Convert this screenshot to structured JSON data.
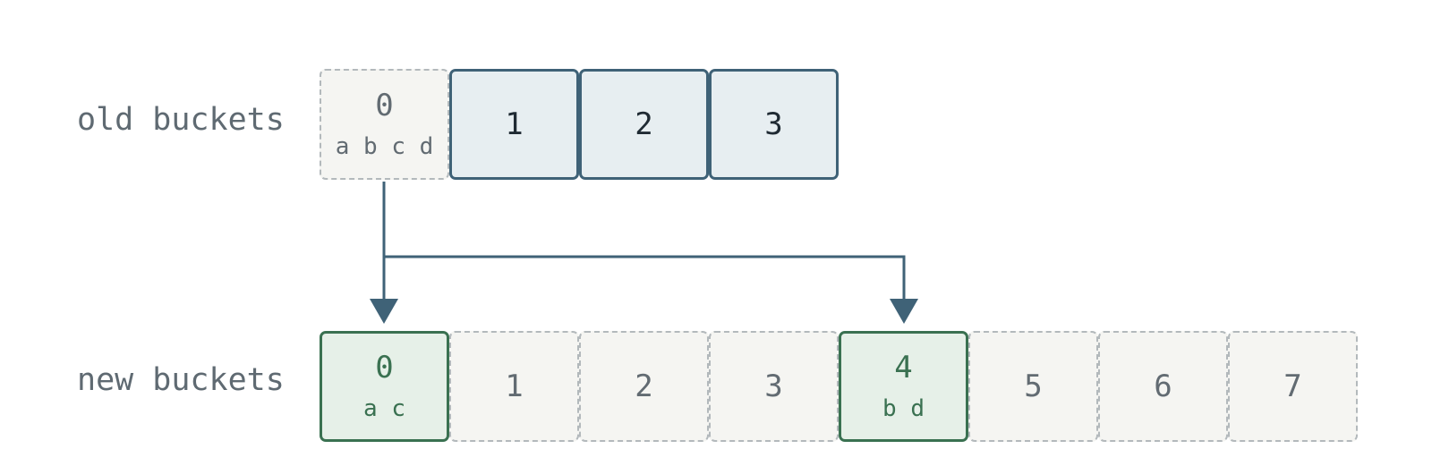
{
  "old": {
    "label": "old buckets",
    "buckets": [
      {
        "index": "0",
        "keys": "a b c d",
        "state": "dashed"
      },
      {
        "index": "1",
        "keys": "",
        "state": "solid"
      },
      {
        "index": "2",
        "keys": "",
        "state": "solid"
      },
      {
        "index": "3",
        "keys": "",
        "state": "solid"
      }
    ]
  },
  "new": {
    "label": "new buckets",
    "buckets": [
      {
        "index": "0",
        "keys": "a c",
        "state": "active"
      },
      {
        "index": "1",
        "keys": "",
        "state": "dashed"
      },
      {
        "index": "2",
        "keys": "",
        "state": "dashed"
      },
      {
        "index": "3",
        "keys": "",
        "state": "dashed"
      },
      {
        "index": "4",
        "keys": "b d",
        "state": "active"
      },
      {
        "index": "5",
        "keys": "",
        "state": "dashed"
      },
      {
        "index": "6",
        "keys": "",
        "state": "dashed"
      },
      {
        "index": "7",
        "keys": "",
        "state": "dashed"
      }
    ]
  },
  "colors": {
    "arrow": "#3f6277",
    "solid_border": "#3f6277",
    "active_border": "#3a7151",
    "dashed_border": "#b3b9bc"
  }
}
